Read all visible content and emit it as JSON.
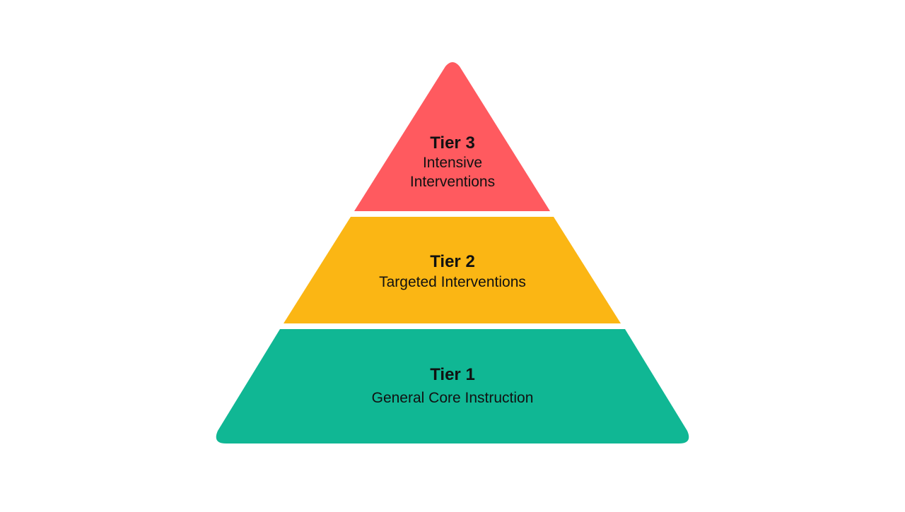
{
  "tiers": [
    {
      "id": "tier-3",
      "title": "Tier 3",
      "lines": [
        "Intensive",
        "Interventions"
      ],
      "color": "#FF5A5F"
    },
    {
      "id": "tier-2",
      "title": "Tier 2",
      "lines": [
        "Targeted Interventions"
      ],
      "color": "#FBB614"
    },
    {
      "id": "tier-1",
      "title": "Tier 1",
      "lines": [
        "General Core Instruction"
      ],
      "color": "#10B794"
    }
  ],
  "text_color": "#111111"
}
